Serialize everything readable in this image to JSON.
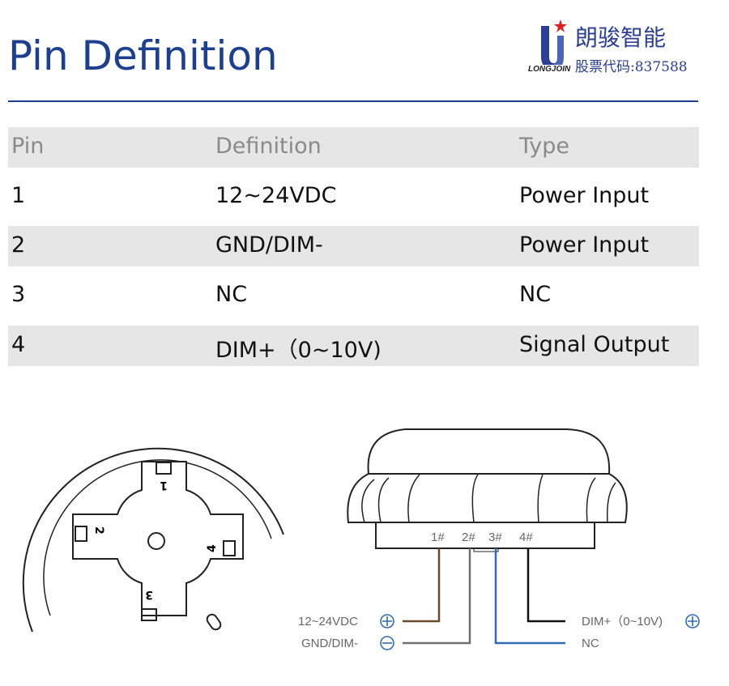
{
  "title": "Pin Definition",
  "logo": {
    "brand_cn": "朗骏智能",
    "brand_en": "LONGJOIN",
    "stock": "股票代码:837588"
  },
  "table": {
    "headers": [
      "Pin",
      "Definition",
      "Type"
    ],
    "rows": [
      [
        "1",
        "12~24VDC",
        "Power Input"
      ],
      [
        "2",
        "GND/DIM-",
        "Power Input"
      ],
      [
        "3",
        "NC",
        "NC"
      ],
      [
        "4",
        "DIM+（0~10V)",
        "Signal Output"
      ]
    ]
  },
  "diagram": {
    "pin_numbers": [
      "1",
      "2",
      "3",
      "4"
    ],
    "terminals": [
      "1#",
      "2#",
      "3#",
      "4#"
    ],
    "wires": [
      {
        "label": "12~24VDC",
        "polarity": "+",
        "color": "#6b4a2a"
      },
      {
        "label": "GND/DIM-",
        "polarity": "−",
        "color": "#707070"
      },
      {
        "label": "NC",
        "color": "#2f6db5"
      },
      {
        "label": "DIM+（0~10V)",
        "polarity": "+",
        "color": "#111111"
      }
    ]
  }
}
